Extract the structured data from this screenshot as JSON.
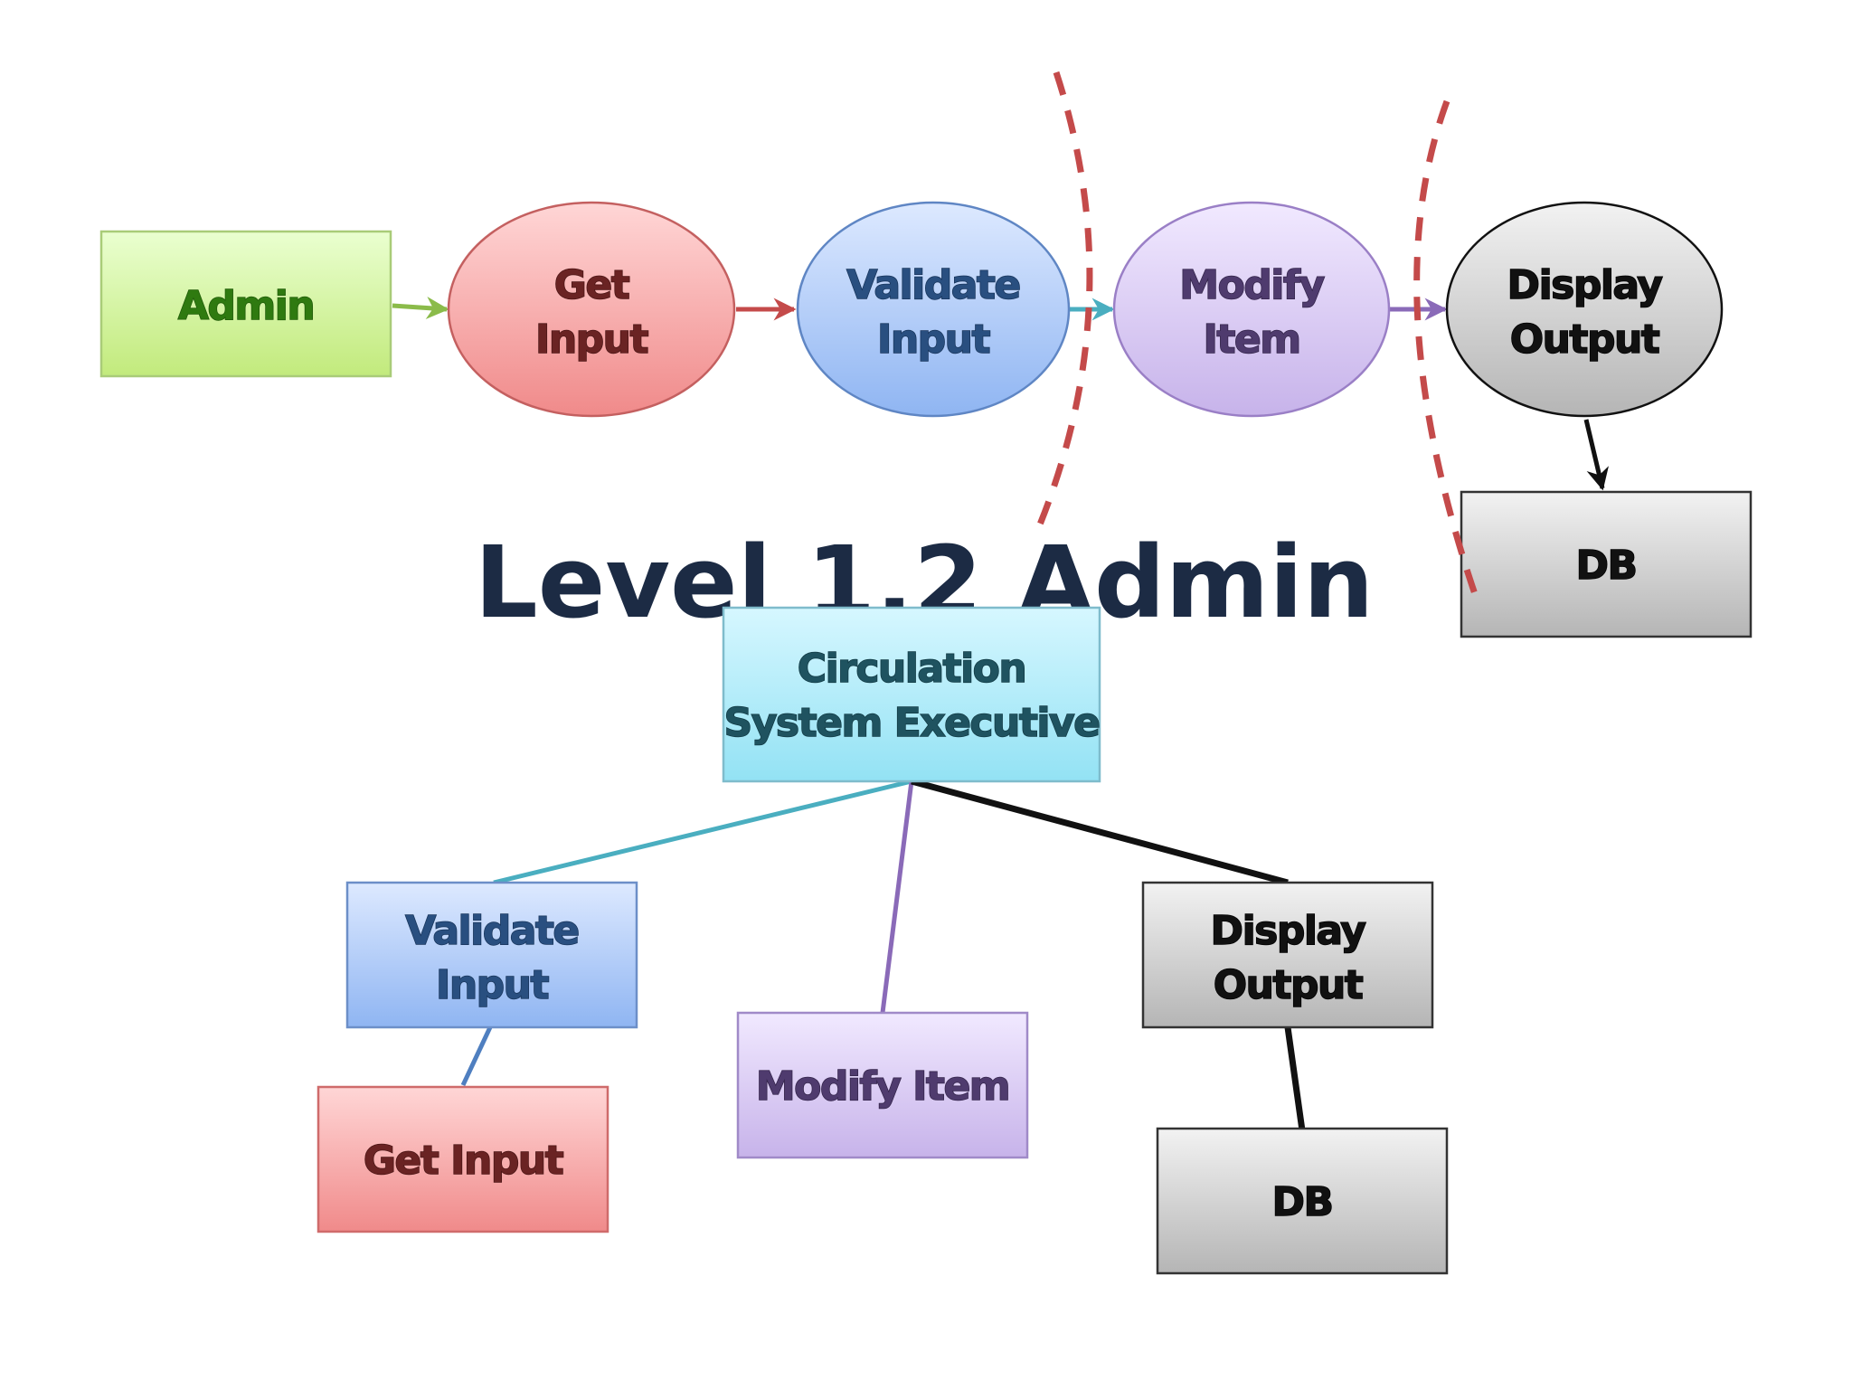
{
  "title": "Level 1.2 Admin",
  "flow": {
    "admin": "Admin",
    "get_input": [
      "Get",
      "Input"
    ],
    "validate_input": [
      "Validate",
      "Input"
    ],
    "modify_item": [
      "Modify",
      "Item"
    ],
    "display_output": [
      "Display",
      "Output"
    ],
    "db": "DB"
  },
  "hierarchy": {
    "executive": [
      "Circulation",
      "System Executive"
    ],
    "validate_input": [
      "Validate",
      "Input"
    ],
    "get_input": "Get Input",
    "modify_item": "Modify Item",
    "display_output": [
      "Display",
      "Output"
    ],
    "db": "DB"
  },
  "colors": {
    "admin": "#c9ee8a",
    "get_input": "#f4a0a0",
    "validate_input": "#a9c6f4",
    "modify_item": "#d6c6ee",
    "display_output": "#c8c8c8",
    "db": "#cfcfcf",
    "executive": "#a6e8f6",
    "boundary": "#c44a4a"
  }
}
